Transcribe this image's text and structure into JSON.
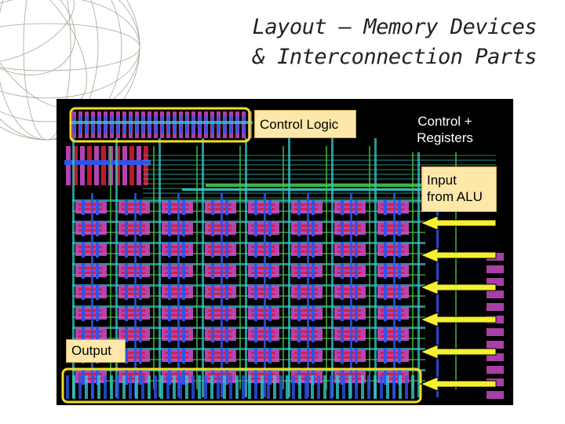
{
  "title": {
    "line1": "Layout – Memory Devices",
    "line2": "& Interconnection Parts"
  },
  "labels": {
    "control_logic": "Control Logic",
    "control_registers_line1": "Control +",
    "control_registers_line2": "Registers",
    "input_line1": "Input",
    "input_line2": "from ALU",
    "output": "Output"
  },
  "colors": {
    "chip_background": "#000000",
    "metal_blue": "#2d55e8",
    "poly_red": "#d8203c",
    "diffusion_magenta": "#d24fd0",
    "wire_cyan": "#37c7c7",
    "wire_green": "#47c34a",
    "highlight_yellow": "#f2dd1f",
    "label_fill": "#fde7a9",
    "arrow_yellow": "#f6ef2e",
    "title_text": "#222222"
  },
  "arrows": {
    "count": 6,
    "direction": "left"
  }
}
